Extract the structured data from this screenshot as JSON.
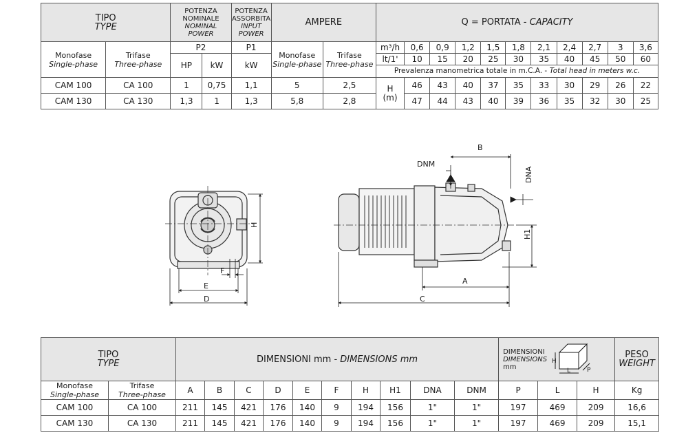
{
  "top_table": {
    "tipo": "TIPO",
    "type": "TYPE",
    "potenza_nominale": [
      "POTENZA",
      "NOMINALE"
    ],
    "nominal_power": [
      "NOMINAL",
      "POWER"
    ],
    "potenza_assorbita": [
      "POTENZA",
      "ASSORBITA"
    ],
    "input_power": [
      "INPUT",
      "POWER"
    ],
    "ampere": "AMPERE",
    "portata": "Q = PORTATA - ",
    "capacity": "CAPACITY",
    "monofase": "Monofase",
    "single_phase": "Single-phase",
    "trifase": "Trifase",
    "three_phase": "Three-phase",
    "p2": "P2",
    "p1": "P1",
    "hp": "HP",
    "kw": "kW",
    "m3h_label": "m³/h",
    "lt_label": "lt/1'",
    "m3h": [
      "0,6",
      "0,9",
      "1,2",
      "1,5",
      "1,8",
      "2,1",
      "2,4",
      "2,7",
      "3",
      "3,6"
    ],
    "lt": [
      "10",
      "15",
      "20",
      "25",
      "30",
      "35",
      "40",
      "45",
      "50",
      "60"
    ],
    "prevalenza": "Prevalenza manometrica totale in m.C.A. - ",
    "total_head": "Total head in meters w.c.",
    "h_label": "H",
    "m_label": "(m)",
    "rows": [
      {
        "mono": "CAM 100",
        "tri": "CA 100",
        "hp": "1",
        "kw2": "0,75",
        "kw1": "1,1",
        "amp_mono": "5",
        "amp_tri": "2,5",
        "heads": [
          "46",
          "43",
          "40",
          "37",
          "35",
          "33",
          "30",
          "29",
          "26",
          "22"
        ]
      },
      {
        "mono": "CAM 130",
        "tri": "CA 130",
        "hp": "1,3",
        "kw2": "1",
        "kw1": "1,3",
        "amp_mono": "5,8",
        "amp_tri": "2,8",
        "heads": [
          "47",
          "44",
          "43",
          "40",
          "39",
          "36",
          "35",
          "32",
          "30",
          "25"
        ]
      }
    ]
  },
  "drawing_labels": {
    "H": "H",
    "F": "F",
    "E": "E",
    "D": "D",
    "B": "B",
    "DNM": "DNM",
    "DNA": "DNA",
    "H1": "H1",
    "A": "A",
    "C": "C",
    "box_H": "H",
    "box_L": "L",
    "box_P": "P"
  },
  "bottom_table": {
    "tipo": "TIPO",
    "type": "TYPE",
    "dimensioni": "DIMENSIONI mm - ",
    "dimensions": "DIMENSIONS mm",
    "dim_title": "DIMENSIONI",
    "dim_title_en": "DIMENSIONS",
    "dim_mm": "mm",
    "peso": "PESO",
    "weight": "WEIGHT",
    "monofase": "Monofase",
    "single_phase": "Single-phase",
    "trifase": "Trifase",
    "three_phase": "Three-phase",
    "columns": [
      "A",
      "B",
      "C",
      "D",
      "E",
      "F",
      "H",
      "H1",
      "DNA",
      "DNM",
      "P",
      "L",
      "H",
      "Kg"
    ],
    "rows": [
      {
        "mono": "CAM 100",
        "tri": "CA 100",
        "values": [
          "211",
          "145",
          "421",
          "176",
          "140",
          "9",
          "194",
          "156",
          "1\"",
          "1\"",
          "197",
          "469",
          "209",
          "16,6"
        ]
      },
      {
        "mono": "CAM 130",
        "tri": "CA 130",
        "values": [
          "211",
          "145",
          "421",
          "176",
          "140",
          "9",
          "194",
          "156",
          "1\"",
          "1\"",
          "197",
          "469",
          "209",
          "15,1"
        ]
      }
    ]
  }
}
